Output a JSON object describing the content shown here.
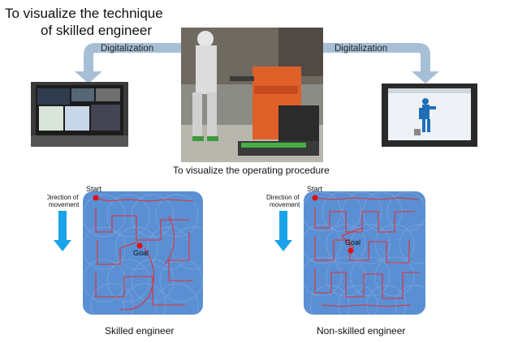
{
  "title": {
    "line1": "To visualize the technique",
    "line2": "of skilled engineer"
  },
  "flow": {
    "left_label": "Digitalization",
    "right_label": "Digitalization",
    "center_caption": "To visualize the operating procedure"
  },
  "maps": [
    {
      "caption": "Skilled engineer",
      "start_label": "Start",
      "direction_line1": "Direction of",
      "direction_line2": "movement",
      "goal_label": "Goal"
    },
    {
      "caption": "Non-skilled engineer",
      "start_label": "Start",
      "direction_line1": "Direction of",
      "direction_line2": "movement",
      "goal_label": "Goal"
    }
  ],
  "colors": {
    "arrow": "#a7bfd6",
    "map_fill": "#5b8fd4",
    "path": "#e03030",
    "direction": "#1aa3e8",
    "marker": "#e01010"
  },
  "icons": [
    "laptop-icon",
    "worker-photo",
    "tablet-icon",
    "direction-arrow-icon"
  ]
}
